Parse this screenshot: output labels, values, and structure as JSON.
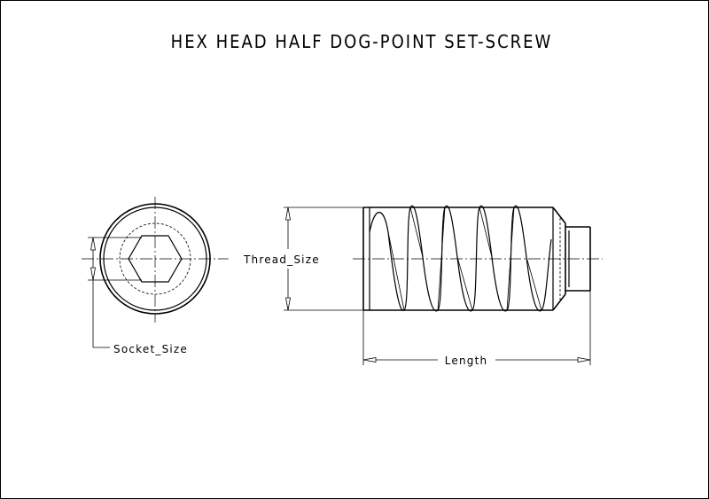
{
  "title": "HEX HEAD HALF DOG-POINT SET-SCREW",
  "labels": {
    "thread_size": "Thread_Size",
    "socket_size": "Socket_Size",
    "length": "Length"
  }
}
